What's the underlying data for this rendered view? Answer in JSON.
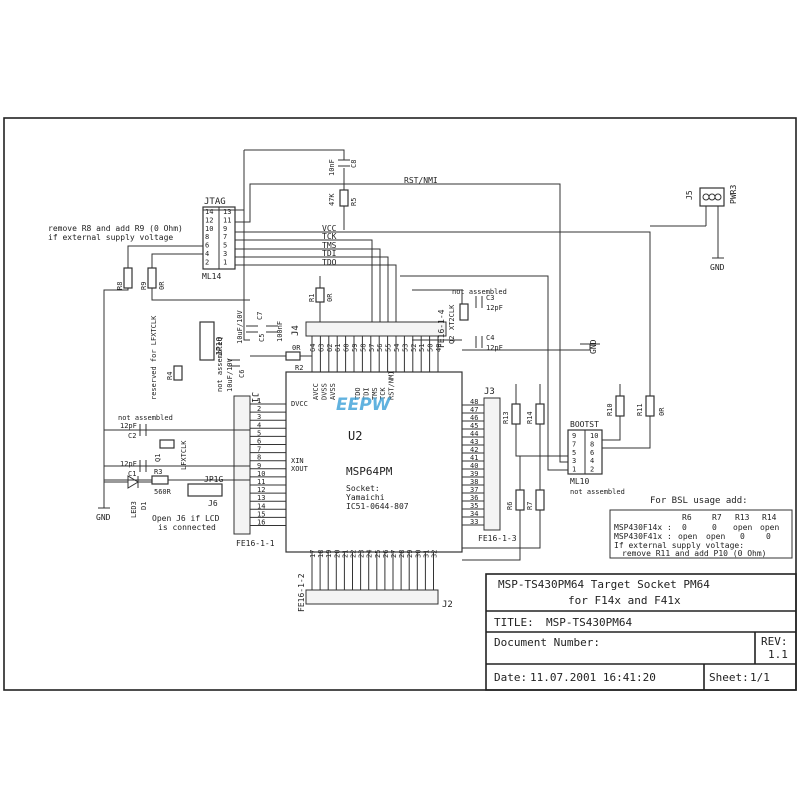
{
  "title_block": {
    "heading_line1": "MSP-TS430PM64  Target Socket PM64",
    "heading_line2": "for F14x and F41x",
    "title_label": "TITLE:",
    "title_value": "MSP-TS430PM64",
    "docnum_label": "Document Number:",
    "rev_label": "REV:",
    "rev_value": "1.1",
    "date_label": "Date:",
    "date_value": "11.07.2001 16:41:20",
    "sheet_label": "Sheet:",
    "sheet_value": "1/1"
  },
  "bsl_note": {
    "heading": "For BSL usage add:",
    "col_headers": [
      "R6",
      "R7",
      "R13",
      "R14"
    ],
    "rows": [
      {
        "label": "MSP430F14x :",
        "values": [
          "0",
          "0",
          "open",
          "open"
        ]
      },
      {
        "label": "MSP430F41x :",
        "values": [
          "open",
          "open",
          "0",
          "0"
        ]
      }
    ],
    "footnote1": "If external supply voltage:",
    "footnote2": "remove R11 and add P10 (0 Ohm)"
  },
  "notes": {
    "jtag_note1": "remove R8 and add R9 (0 Ohm)",
    "jtag_note2": "if external supply voltage",
    "lcd_note1": "Open J6 if LCD",
    "lcd_note2": "is connected",
    "not_assembled": "not assembled",
    "reserved_note": "reserved for LFXTCLK"
  },
  "ic": {
    "ref": "U2",
    "part": "MSP64PM",
    "socket_label": "Socket:",
    "socket_maker": "Yamaichi",
    "socket_part": "IC51-0644-807",
    "left_pin_names": [
      "DVCC",
      "",
      "",
      "",
      "",
      "",
      "",
      "",
      "XIN",
      "XOUT"
    ],
    "top_pin_names": [
      "AVCC",
      "DVSS",
      "AVSS",
      "",
      "",
      "TDO",
      "TDI",
      "TMS",
      "TCK",
      "RST/NMI",
      "",
      "",
      "",
      "",
      "",
      ""
    ]
  },
  "connectors": {
    "jtag": "JTAG",
    "jtag_part": "ML14",
    "jtag_pins_left": [
      "14",
      "12",
      "10",
      "8",
      "6",
      "4",
      "2"
    ],
    "jtag_pins_right": [
      "13",
      "11",
      "9",
      "7",
      "5",
      "3",
      "1"
    ],
    "j1": "J1",
    "j1_part": "FE16-1-1",
    "j2": "J2",
    "j2_part": "FE16-1-2",
    "j3": "J3",
    "j3_part": "FE16-1-3",
    "j4": "J4",
    "j4_part": "FE16-1-4",
    "j5": "J5",
    "j5_part": "PWR3",
    "bootst": "BOOTST",
    "bootst_part": "ML10",
    "bootst_pins_left": [
      "9",
      "7",
      "5",
      "3",
      "1"
    ],
    "bootst_pins_right": [
      "10",
      "8",
      "6",
      "4",
      "2"
    ],
    "jp1q": "JP1Q",
    "jp1g": "JP1G",
    "j6": "J6"
  },
  "signals": {
    "rst": "RST/NMI",
    "vcc": "VCC",
    "tck": "TCK",
    "tms": "TMS",
    "tdi": "TDI",
    "tdo": "TDO",
    "gnd": "GND"
  },
  "components": {
    "c8": "C8",
    "c8_val": "10nF",
    "r5": "R5",
    "r5_val": "47K",
    "r1": "R1",
    "r1_val": "0R",
    "r2": "R2",
    "r2_val": "0R",
    "r3": "R3",
    "r3_val": "560R",
    "r4": "R4",
    "r8": "R8",
    "r8_val": "0R",
    "r9": "R9",
    "r6": "R6",
    "r7": "R7",
    "r10": "R10",
    "r11": "R11",
    "r11_val": "0R",
    "r13": "R13",
    "r14": "R14",
    "c1": "C1",
    "c1_val": "12pF",
    "c2": "C2",
    "c2_val": "12pF",
    "c3": "C3",
    "c4": "C4",
    "c5": "C5",
    "c7": "C7",
    "c7_val": "100nF",
    "c6": "C6",
    "c6_val": "10uF/10V",
    "c67_val": "10uF/10V",
    "q1": "Q1",
    "q1_val": "LFXTCLK",
    "q2": "Q2",
    "q2_val": "XT2CLK",
    "c3_val": "12pF",
    "c4_val": "12pF",
    "led": "LED3",
    "d1": "D1"
  },
  "pin_numbers": {
    "j1": [
      "1",
      "2",
      "3",
      "4",
      "5",
      "6",
      "7",
      "8",
      "9",
      "10",
      "11",
      "12",
      "13",
      "14",
      "15",
      "16"
    ],
    "j3": [
      "48",
      "47",
      "46",
      "45",
      "44",
      "43",
      "42",
      "41",
      "40",
      "39",
      "38",
      "37",
      "36",
      "35",
      "34",
      "33"
    ],
    "top": [
      "64",
      "63",
      "62",
      "61",
      "60",
      "59",
      "58",
      "57",
      "56",
      "55",
      "54",
      "53",
      "52",
      "51",
      "50",
      "49"
    ],
    "bottom": [
      "17",
      "18",
      "19",
      "20",
      "21",
      "22",
      "23",
      "24",
      "25",
      "26",
      "27",
      "28",
      "29",
      "30",
      "31",
      "32"
    ]
  },
  "watermark": "EEPW"
}
